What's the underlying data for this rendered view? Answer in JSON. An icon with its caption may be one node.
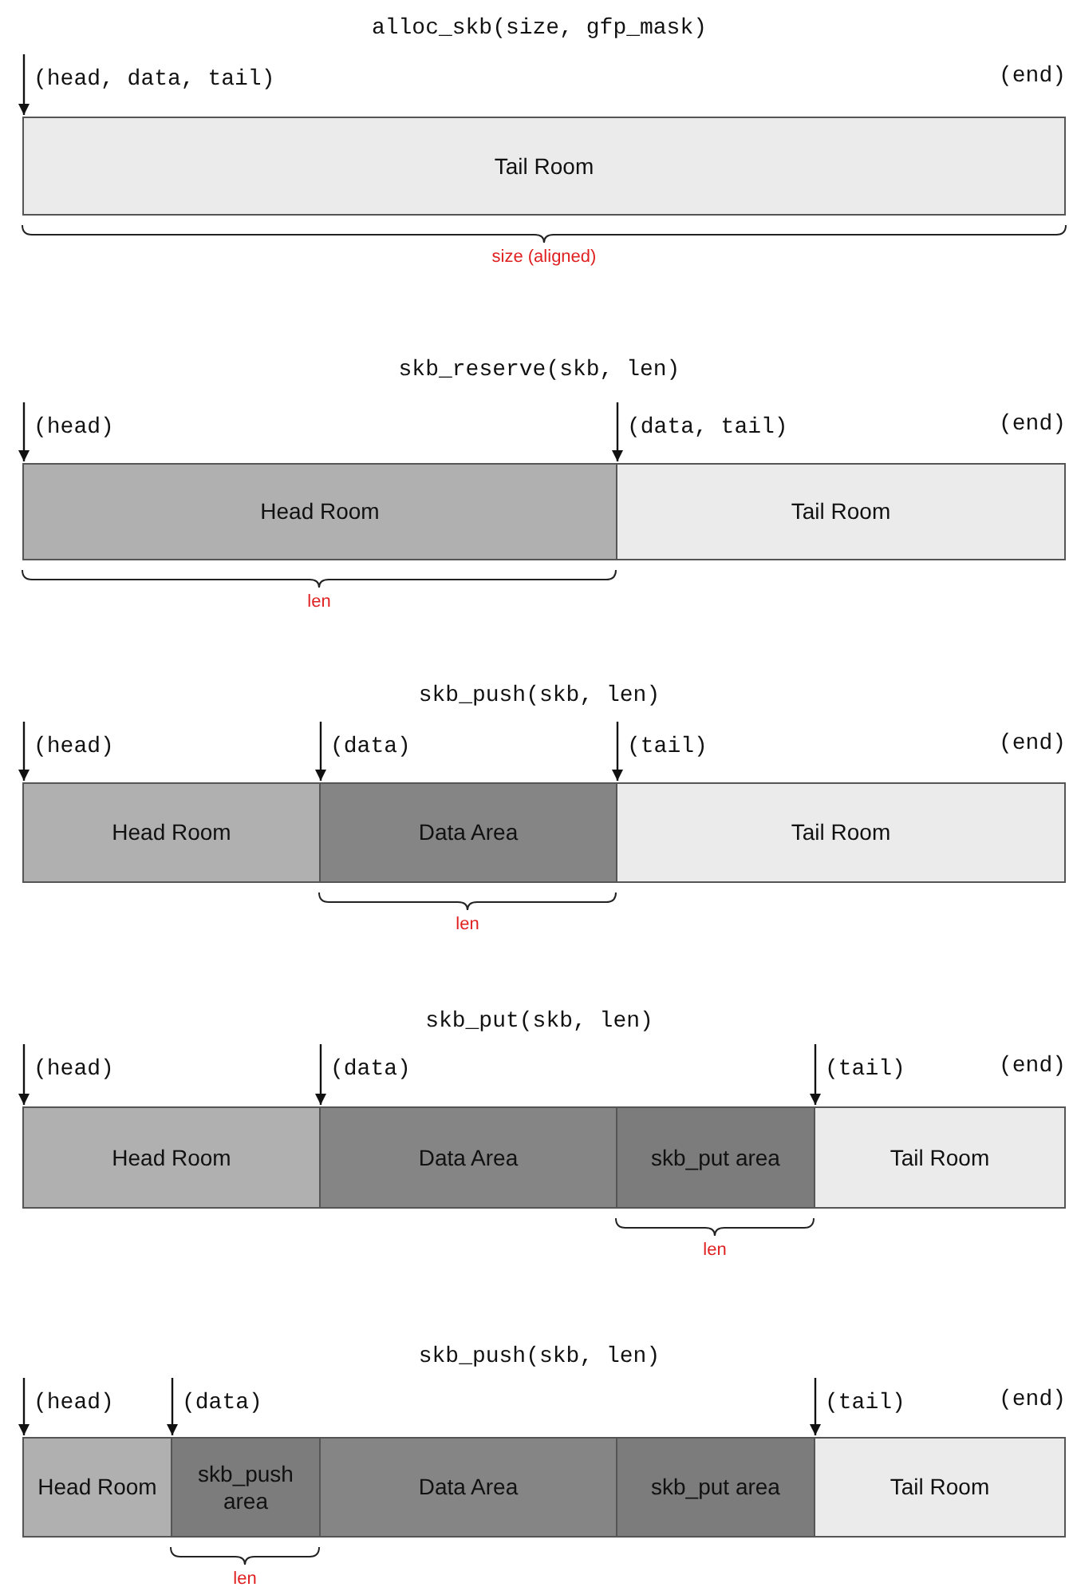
{
  "diagram": {
    "nodes": [
      {
        "text": [
          "(head, data, tail)"
        ]
      },
      {
        "text": [
          "Tail Room"
        ]
      },
      {
        "text": [
          "(head)"
        ]
      },
      {
        "text": [
          "(data, tail)"
        ]
      },
      {
        "text": [
          "Head Room"
        ]
      },
      {
        "text": [
          "Tail Room"
        ]
      },
      {
        "text": [
          "(head)"
        ]
      },
      {
        "text": [
          "(data)"
        ]
      },
      {
        "text": [
          "(tail)"
        ]
      },
      {
        "text": [
          "Head Room"
        ]
      },
      {
        "text": [
          "Data Area"
        ]
      },
      {
        "text": [
          "Tail Room"
        ]
      },
      {
        "text": [
          "(head)"
        ]
      },
      {
        "text": [
          "(data)"
        ]
      },
      {
        "text": [
          "(tail)"
        ]
      },
      {
        "text": [
          "Head Room"
        ]
      },
      {
        "text": [
          "Data Area"
        ]
      },
      {
        "text": [
          "skb_put area"
        ]
      },
      {
        "text": [
          "Tail Room"
        ]
      },
      {
        "text": [
          "(head)"
        ]
      },
      {
        "text": [
          "(data)"
        ]
      },
      {
        "text": [
          "(tail)"
        ]
      },
      {
        "text": [
          "Head Room"
        ]
      },
      {
        "text": [
          "skb_push area"
        ]
      },
      {
        "text": [
          "Data Area"
        ]
      },
      {
        "text": [
          "skb_put area"
        ]
      },
      {
        "text": [
          "Tail Room"
        ]
      }
    ],
    "edges": [
      {
        "from": 0,
        "to": 1,
        "arrow": "to"
      },
      {
        "from": 2,
        "to": 4,
        "arrow": "to"
      },
      {
        "from": 3,
        "to": 5,
        "arrow": "to"
      },
      {
        "from": 6,
        "to": 9,
        "arrow": "to"
      },
      {
        "from": 7,
        "to": 10,
        "arrow": "to"
      },
      {
        "from": 8,
        "to": 11,
        "arrow": "to"
      },
      {
        "from": 12,
        "to": 15,
        "arrow": "to"
      },
      {
        "from": 13,
        "to": 16,
        "arrow": "to"
      },
      {
        "from": 14,
        "to": 18,
        "arrow": "to"
      },
      {
        "from": 19,
        "to": 22,
        "arrow": "to"
      },
      {
        "from": 20,
        "to": 23,
        "arrow": "to"
      },
      {
        "from": 21,
        "to": 26,
        "arrow": "to"
      }
    ],
    "labels": [
      "alloc_skb(size, gfp_mask)",
      "(end)",
      "size (aligned)",
      "skb_reserve(skb, len)",
      "(end)",
      "len",
      "skb_push(skb, len)",
      "(end)",
      "len",
      "skb_put(skb, len)",
      "(end)",
      "len",
      "skb_push(skb, len)",
      "(end)",
      "len"
    ]
  }
}
